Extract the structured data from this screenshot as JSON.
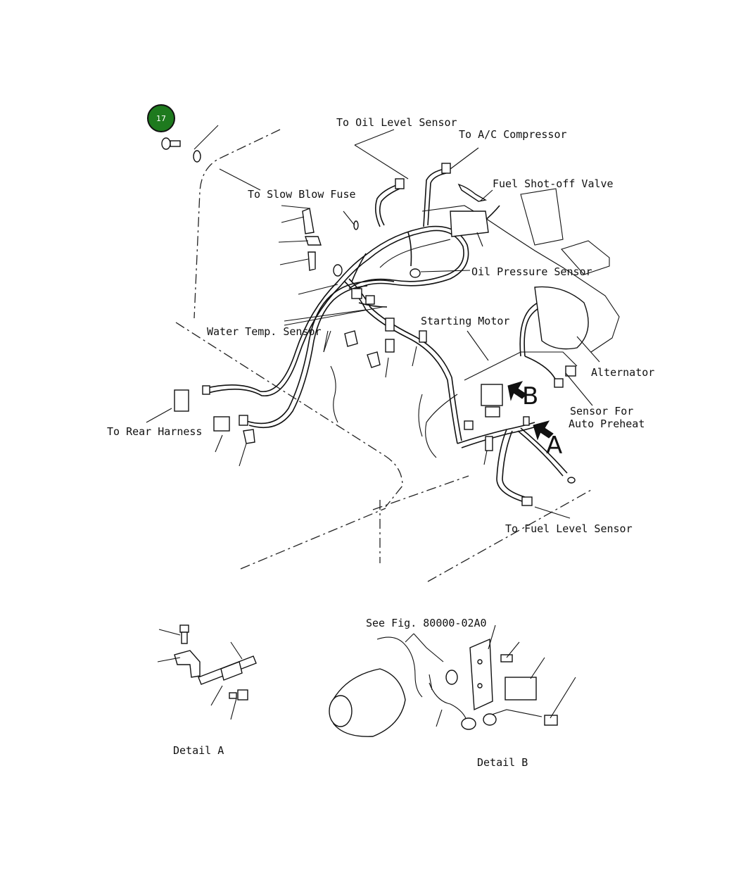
{
  "callout": {
    "number": "17",
    "color": "#1e7a1e"
  },
  "labels": {
    "oil_level_sensor": "To Oil Level Sensor",
    "ac_compressor": "To A/C Compressor",
    "fuel_shutoff_valve": "Fuel Shot-off Valve",
    "slow_blow_fuse": "To Slow Blow Fuse",
    "oil_pressure_sensor": "Oil Pressure Sensor",
    "starting_motor": "Starting Motor",
    "water_temp_sensor": "Water Temp. Sensor",
    "alternator": "Alternator",
    "sensor_auto_preheat_1": "Sensor For",
    "sensor_auto_preheat_2": "Auto Preheat",
    "rear_harness": "To Rear Harness",
    "fuel_level_sensor": "To Fuel Level Sensor",
    "see_fig": "See Fig. 80000-02A0",
    "detail_a": "Detail A",
    "detail_b": "Detail B",
    "view_a": "A",
    "view_b": "B"
  }
}
